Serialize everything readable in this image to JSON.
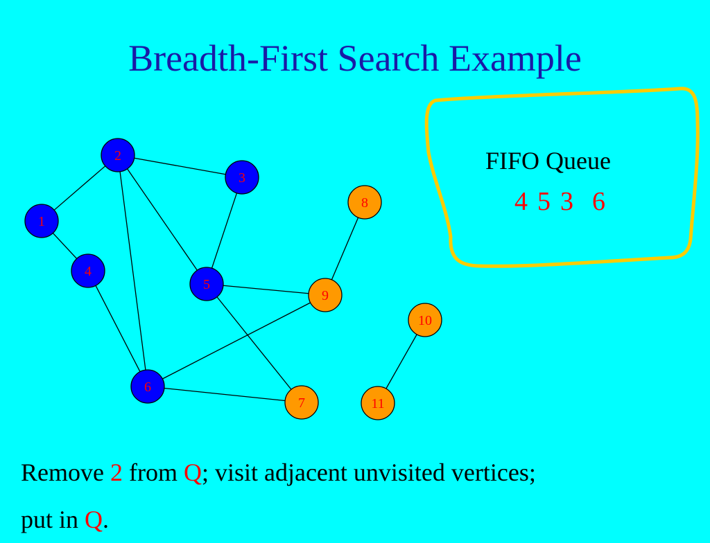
{
  "slide": {
    "title": "Breadth-First Search Example"
  },
  "graph": {
    "colors": {
      "visited": "#0000FF",
      "unvisited": "#FF9900",
      "label": "#FF0000",
      "edge": "#000000",
      "queue_outline": "#FFCC00"
    },
    "vertices": [
      {
        "id": "1",
        "state": "visited"
      },
      {
        "id": "2",
        "state": "visited"
      },
      {
        "id": "3",
        "state": "visited"
      },
      {
        "id": "4",
        "state": "visited"
      },
      {
        "id": "5",
        "state": "visited"
      },
      {
        "id": "6",
        "state": "visited"
      },
      {
        "id": "7",
        "state": "unvisited"
      },
      {
        "id": "8",
        "state": "unvisited"
      },
      {
        "id": "9",
        "state": "unvisited"
      },
      {
        "id": "10",
        "state": "unvisited"
      },
      {
        "id": "11",
        "state": "unvisited"
      }
    ],
    "edges": [
      [
        "1",
        "2"
      ],
      [
        "1",
        "4"
      ],
      [
        "2",
        "3"
      ],
      [
        "2",
        "5"
      ],
      [
        "2",
        "6"
      ],
      [
        "3",
        "5"
      ],
      [
        "4",
        "6"
      ],
      [
        "5",
        "9"
      ],
      [
        "5",
        "7"
      ],
      [
        "6",
        "9"
      ],
      [
        "6",
        "7"
      ],
      [
        "8",
        "9"
      ],
      [
        "10",
        "11"
      ]
    ]
  },
  "queue": {
    "label": "FIFO Queue",
    "items": [
      "4",
      "5",
      "3",
      "6"
    ]
  },
  "caption": {
    "t1": "Remove ",
    "v1": "2",
    "t2": " from ",
    "v2": "Q",
    "t3": "; visit adjacent unvisited vertices;",
    "t4": "put in ",
    "v3": "Q",
    "t5": "."
  }
}
